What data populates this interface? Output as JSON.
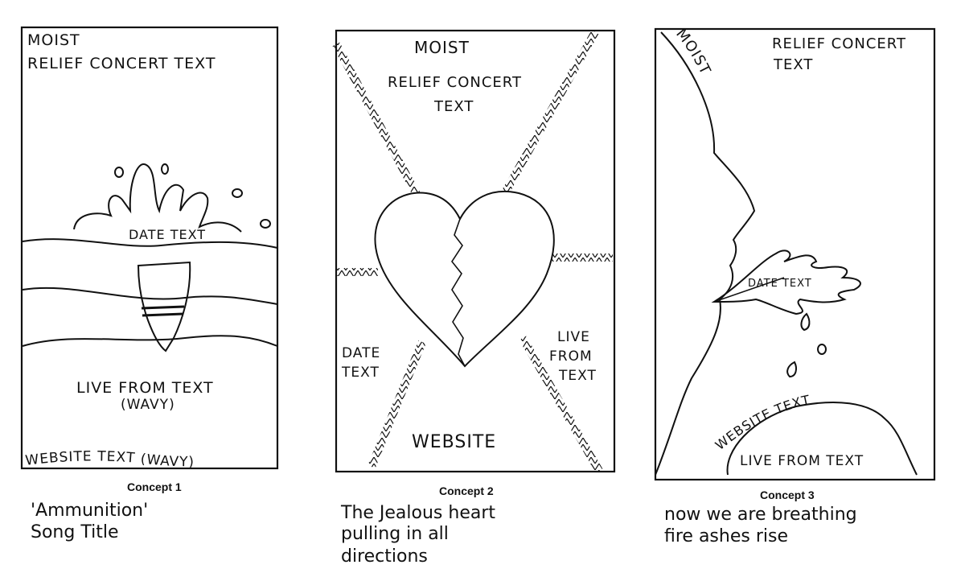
{
  "concepts": [
    {
      "label": "Concept 1",
      "band": "MOIST",
      "relief": "RELIEF CONCERT TEXT",
      "date": "DATE TEXT",
      "live": "LIVE FROM TEXT",
      "live_note": "(WAVY)",
      "website": "WEBSITE TEXT (WAVY)",
      "caption_line1": "'Ammunition'",
      "caption_line2": "Song Title"
    },
    {
      "label": "Concept 2",
      "band": "MOIST",
      "relief_line1": "RELIEF CONCERT",
      "relief_line2": "TEXT",
      "date_line1": "DATE",
      "date_line2": "TEXT",
      "live_line1": "LIVE",
      "live_line2": "FROM",
      "live_line3": "TEXT",
      "website": "WEBSITE",
      "caption_line1": "The Jealous heart",
      "caption_line2": "pulling in all",
      "caption_line3": "directions"
    },
    {
      "label": "Concept 3",
      "band": "MOIST",
      "relief_line1": "RELIEF CONCERT",
      "relief_line2": "TEXT",
      "date": "DATE TEXT",
      "website": "WEBSITE TEXT",
      "live": "LIVE FROM TEXT",
      "caption_line1": "now we are breathing",
      "caption_line2": "fire ashes rise"
    }
  ],
  "colors": {
    "ink": "#111111",
    "paper": "#ffffff"
  }
}
